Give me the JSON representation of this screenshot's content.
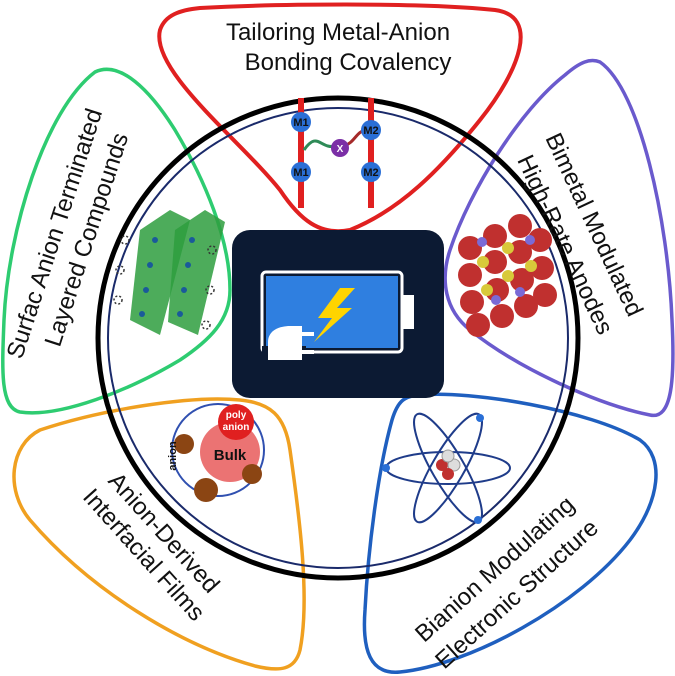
{
  "segments": {
    "top": {
      "line1": "Tailoring Metal-Anion",
      "line2": "Bonding Covalency",
      "color": "#e02020"
    },
    "right": {
      "line1": "Bimetal Modulated",
      "line2": "High-Rate Anodes",
      "color": "#6a5acd"
    },
    "bottom_right": {
      "line1": "Bianion Modulating",
      "line2": "Electronic Structure",
      "color": "#1f5fbf"
    },
    "bottom_left": {
      "line1": "Anion-Derived",
      "line2": "Interfacial Films",
      "color": "#f0a020"
    },
    "left": {
      "line1": "Surfac Anion Terminated",
      "line2": "Layered Compounds",
      "color": "#2ecc71"
    }
  },
  "icons": {
    "bonding": {
      "m1_top": "M1",
      "m1_bottom": "M1",
      "m2_top": "M2",
      "m2_bottom": "M2",
      "anion": "X"
    },
    "films": {
      "bulk": "Bulk",
      "polyanion_1": "poly",
      "polyanion_2": "anion",
      "anion": "anion"
    }
  },
  "colors": {
    "battery_bg": "#0c1a33",
    "battery_blue": "#2f7fe0",
    "bolt": "#ffd400",
    "ring": "#000000",
    "inner_ring": "#1a2a6a"
  }
}
